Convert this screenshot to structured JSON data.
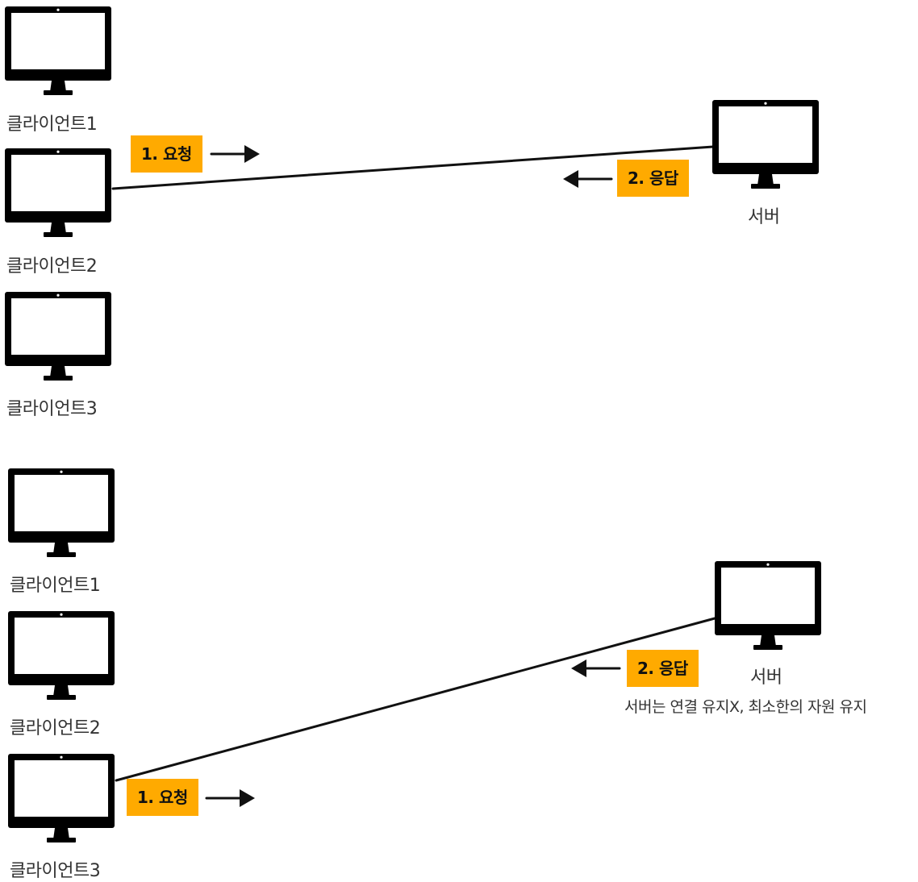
{
  "colors": {
    "tag_background": "#ffaa00",
    "monitor": "#000000",
    "label_text": "#333333"
  },
  "top_scene": {
    "clients": [
      {
        "label": "클라이언트1"
      },
      {
        "label": "클라이언트2"
      },
      {
        "label": "클라이언트3"
      }
    ],
    "server": {
      "label": "서버"
    },
    "request_tag": "1. 요청",
    "response_tag": "2. 응답"
  },
  "bottom_scene": {
    "clients": [
      {
        "label": "클라이언트1"
      },
      {
        "label": "클라이언트2"
      },
      {
        "label": "클라이언트3"
      }
    ],
    "server": {
      "label": "서버",
      "note": "서버는 연결 유지X, 최소한의 자원 유지"
    },
    "request_tag": "1. 요청",
    "response_tag": "2. 응답"
  },
  "icons": {
    "monitor": "monitor-icon",
    "arrow": "arrow-icon"
  }
}
